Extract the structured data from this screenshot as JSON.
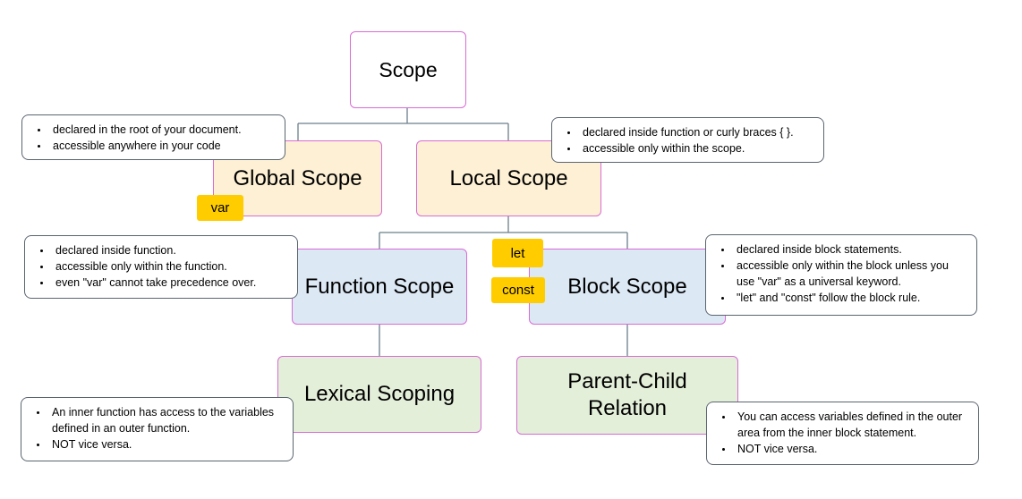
{
  "nodes": {
    "scope": "Scope",
    "global_scope": "Global Scope",
    "local_scope": "Local Scope",
    "function_scope": "Function Scope",
    "block_scope": "Block Scope",
    "lexical_scoping": "Lexical Scoping",
    "parent_child_line1": "Parent-Child",
    "parent_child_line2": "Relation"
  },
  "tags": {
    "var": "var",
    "let": "let",
    "const": "const"
  },
  "notes": {
    "global": [
      "declared in the root of your document.",
      "accessible anywhere in your code"
    ],
    "local": [
      "declared inside function or curly braces { }.",
      "accessible only within the scope."
    ],
    "function": [
      "declared inside function.",
      "accessible only within the function.",
      "even \"var\" cannot take precedence over."
    ],
    "block": [
      "declared inside block statements.",
      "accessible only within the block unless you use \"var\" as a universal keyword.",
      "\"let\" and \"const\" follow the block rule."
    ],
    "lexical": [
      "An inner function has access to the variables defined in an outer function.",
      "NOT vice versa."
    ],
    "parent_child": [
      "You can access variables defined in the outer area from the inner block statement.",
      "NOT vice versa."
    ]
  },
  "colors": {
    "node_border": "#d96bd6",
    "yellow_fill": "#fdf0d5",
    "blue_fill": "#dde8f5",
    "green_fill": "#e4efda",
    "tag_fill": "#ffcc00",
    "connector": "#6b7f8c"
  }
}
